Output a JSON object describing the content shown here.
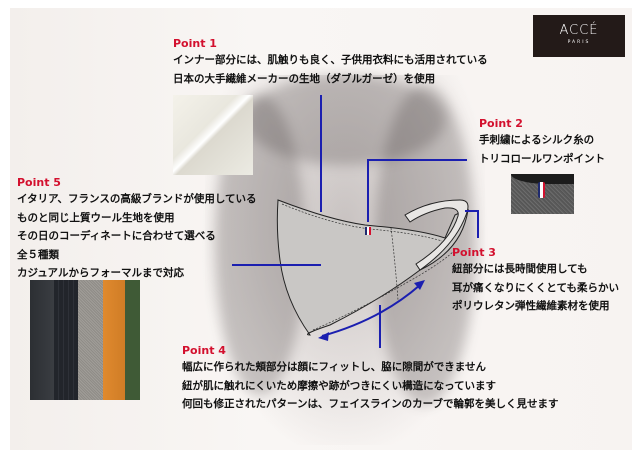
{
  "brand": {
    "name": "ACCÉ",
    "sub": "PARIS",
    "bg_color": "#231a18"
  },
  "points": [
    {
      "id": 1,
      "title": "Point 1",
      "lines": [
        "インナー部分には、肌触りも良く、子供用衣料にも活用されている",
        "日本の大手繊維メーカーの生地（ダブルガーゼ）を使用"
      ],
      "image": "white-double-gauze-fabric"
    },
    {
      "id": 2,
      "title": "Point 2",
      "lines": [
        "手刺繍によるシルク糸の",
        "トリコロールワンポイント"
      ],
      "image": "tricolore-embroidery-closeup"
    },
    {
      "id": 3,
      "title": "Point 3",
      "lines": [
        "紐部分には長時間使用しても",
        "耳が痛くなりにくくとても柔らかい",
        "ポリウレタン弾性繊維素材を使用"
      ]
    },
    {
      "id": 4,
      "title": "Point 4",
      "lines": [
        "幅広に作られた頬部分は顔にフィットし、脇に隙間ができません",
        "紐が肌に触れにくいため摩擦や跡がつきにくい構造になっています",
        "何回も修正されたパターンは、フェイスラインのカーブで輪郭を美しく見せます"
      ]
    },
    {
      "id": 5,
      "title": "Point 5",
      "lines": [
        "イタリア、フランスの高級ブランドが使用している",
        "ものと同じ上質ウール生地を使用",
        "その日のコーディネートに合わせて選べる",
        "全５種類",
        "カジュアルからフォーマルまで対応"
      ],
      "image": "five-wool-fabric-swatches"
    }
  ],
  "fabric_colors": [
    "#2f3236",
    "#25282e",
    "#8d8a85",
    "#d9852e",
    "#3f5a36"
  ],
  "tricolore": [
    "#1f2a6e",
    "#ffffff",
    "#d3102e"
  ],
  "colors": {
    "accent": "#d3102e",
    "leader_line": "#1b1fb0",
    "text": "#111111",
    "mask_fill": "#c8c6c4"
  }
}
